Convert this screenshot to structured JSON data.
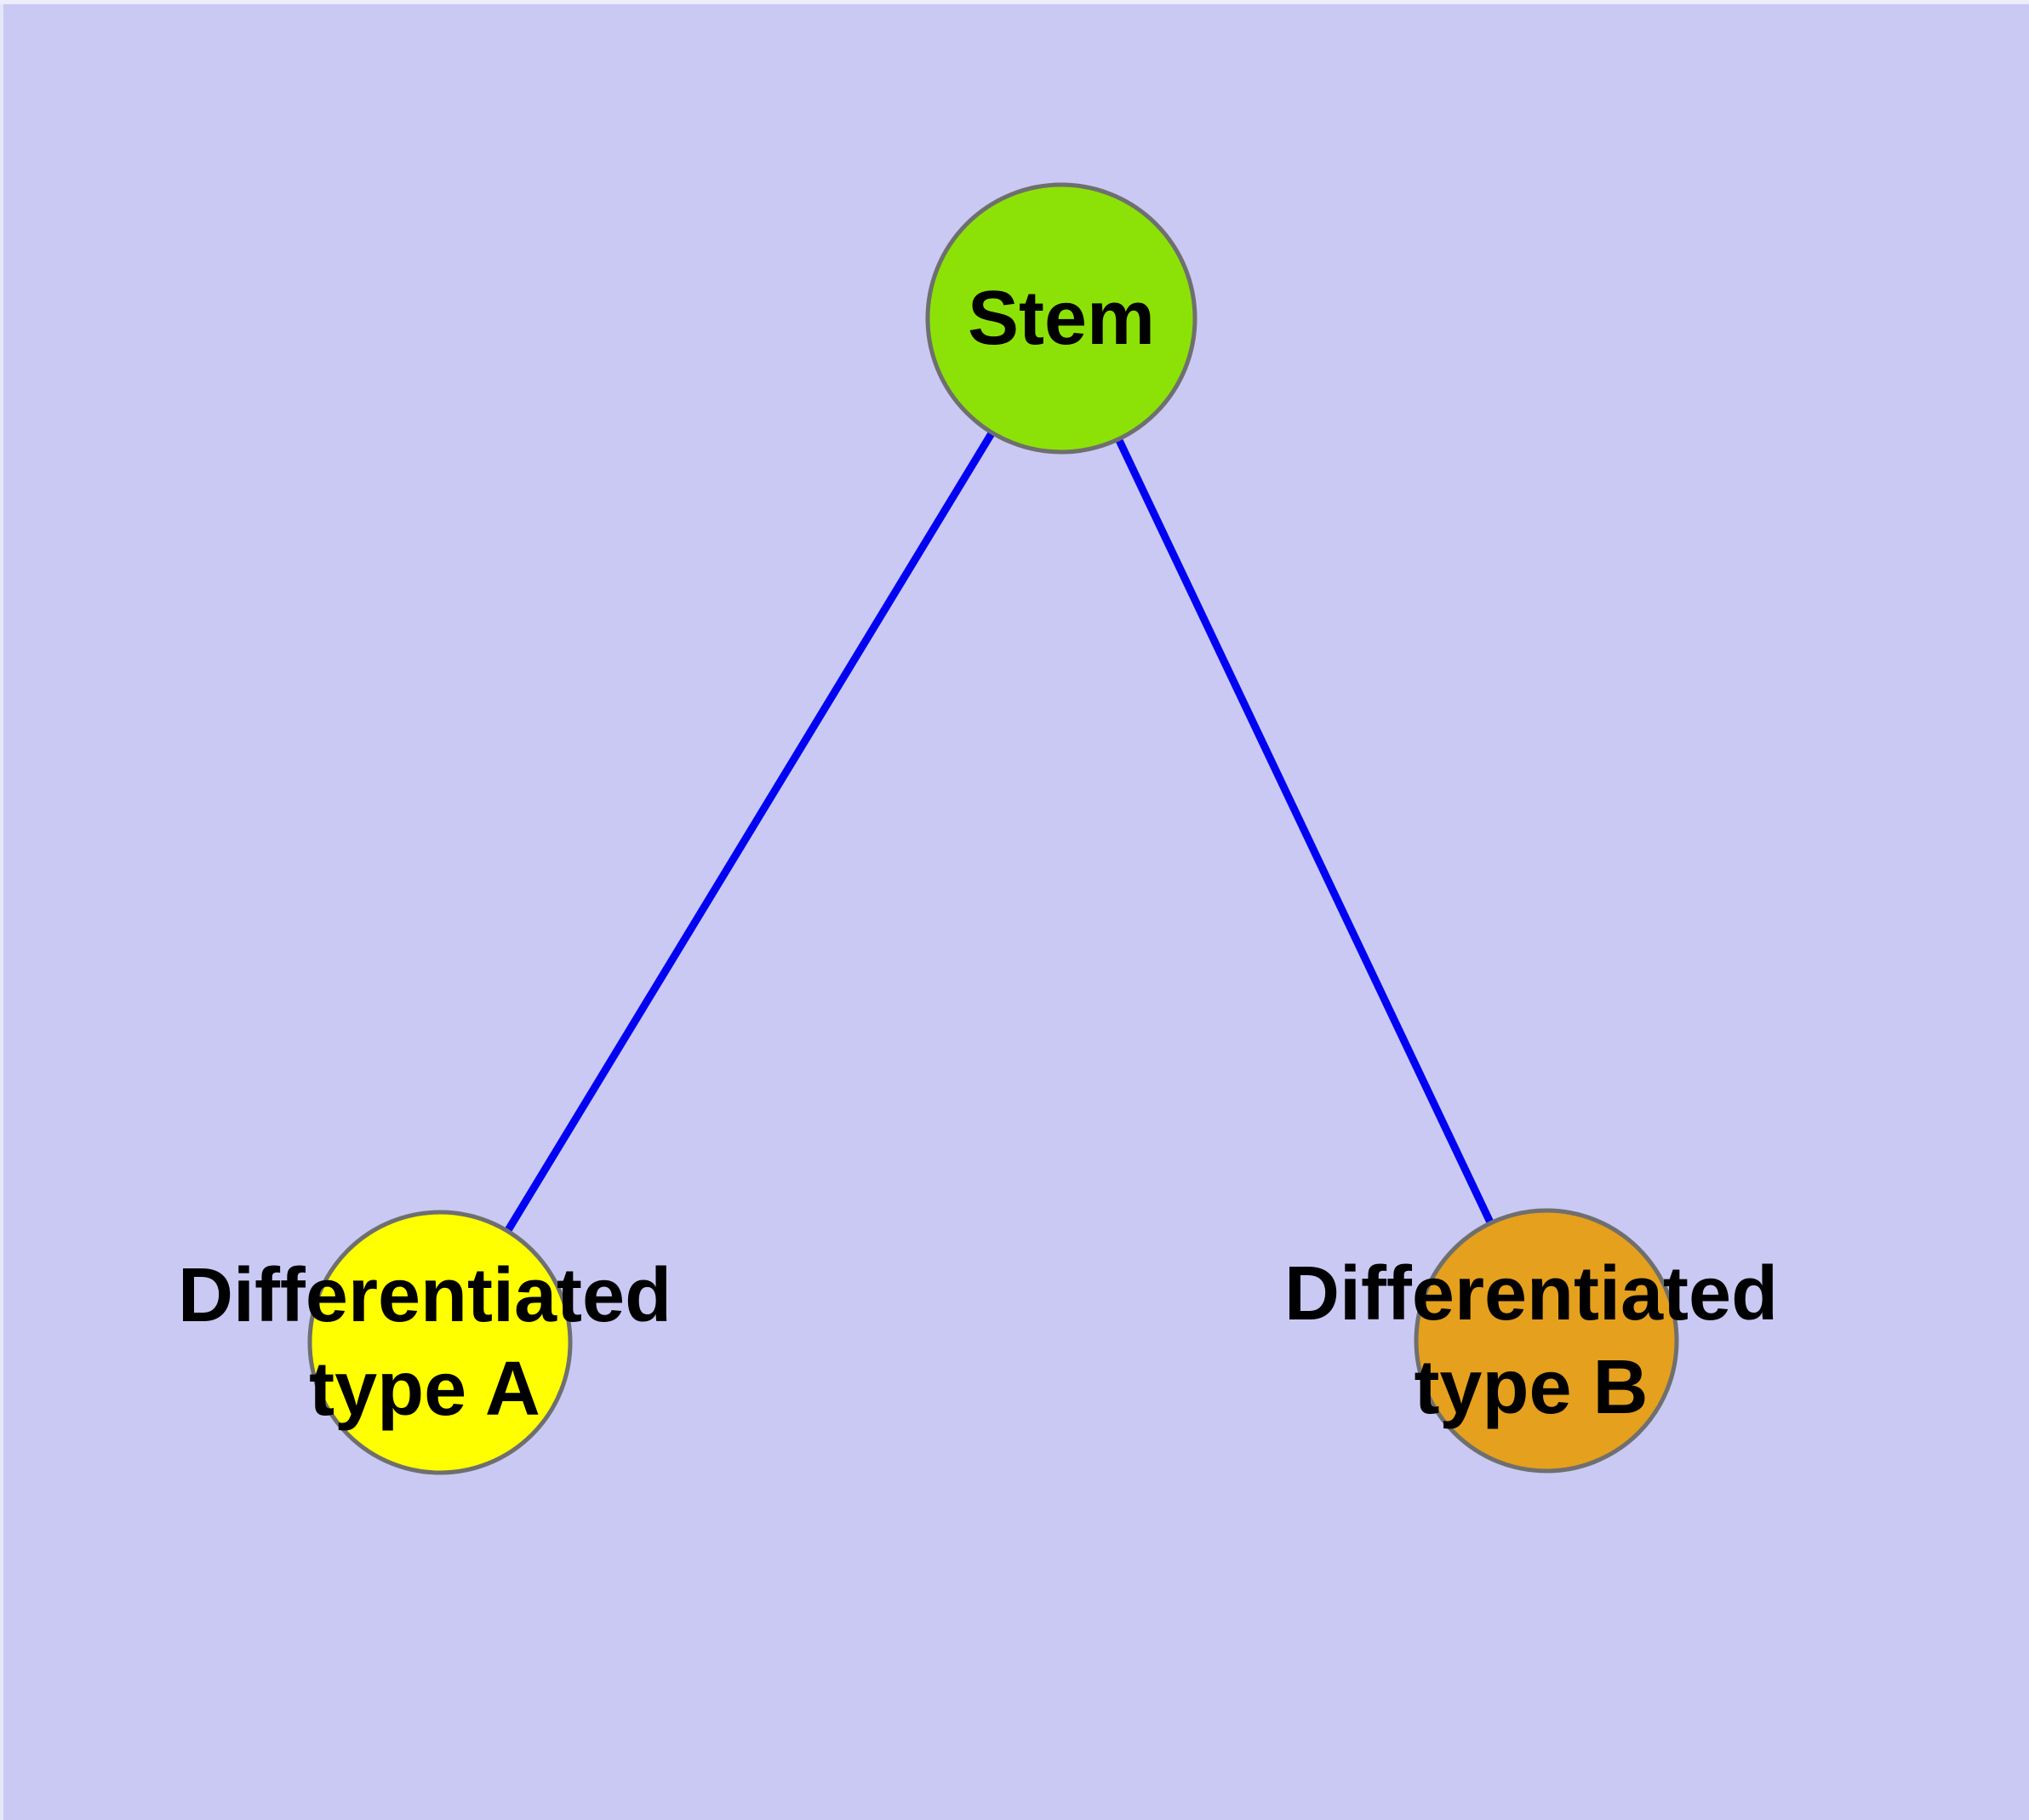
{
  "diagram": {
    "background_color": "#c9c9f3",
    "edge_color": "#0202f2",
    "edge_width": 9,
    "node_border_color": "#6f6f6f",
    "node_border_width": 5,
    "text_color": "#000000"
  },
  "nodes": {
    "stem": {
      "label": "Stem",
      "fill": "#8ce207"
    },
    "type_a": {
      "label": "Differentiated",
      "sublabel": "type A",
      "fill": "#ffff00"
    },
    "type_b": {
      "label": "Differentiated",
      "sublabel": "type B",
      "fill": "#e5a01d"
    }
  }
}
